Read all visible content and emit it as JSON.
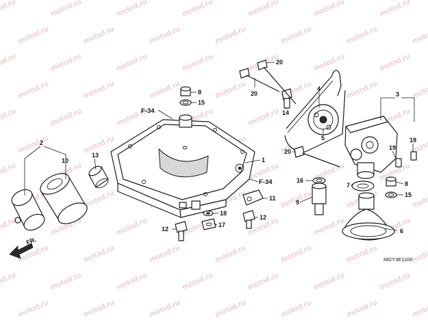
{
  "watermark": "motod.ru",
  "diagram_code": "MGY3E1100",
  "direction_marker": "FR.",
  "references": [
    "F-34",
    "F-34"
  ],
  "callouts": {
    "c1": "1",
    "c2": "2",
    "c3": "3",
    "c4": "4",
    "c5": "5",
    "c6": "6",
    "c7": "7",
    "c8a": "8",
    "c8b": "8",
    "c9": "9",
    "c10": "10",
    "c11": "11",
    "c12a": "12",
    "c12b": "12",
    "c13": "13",
    "c14": "14",
    "c15a": "15",
    "c15b": "15",
    "c16": "16",
    "c17": "17",
    "c18": "18",
    "c19a": "19",
    "c19b": "19",
    "c20a": "20",
    "c20b": "20",
    "c20c": "20"
  }
}
